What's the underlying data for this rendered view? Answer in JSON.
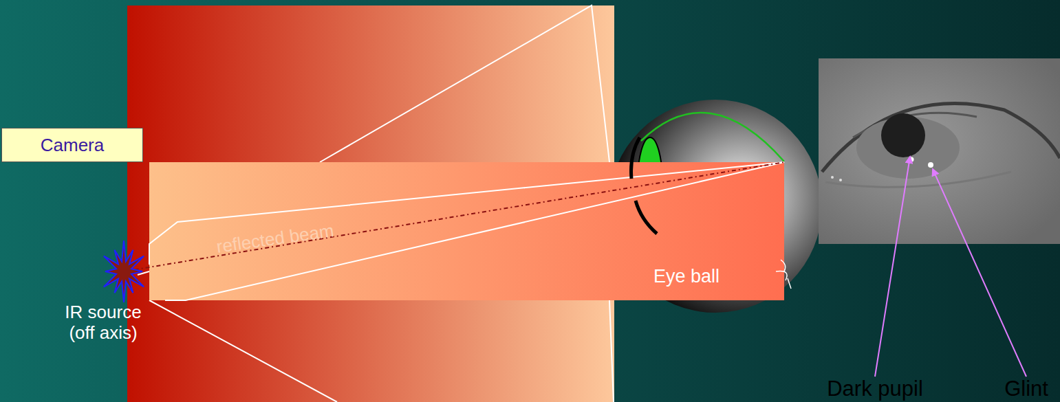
{
  "diagram": {
    "nodes": [
      {
        "text": [
          "Camera"
        ]
      }
    ],
    "labels": [
      "reflected beam",
      "Eye ball",
      "IR source (off axis)",
      "Dark pupil",
      "Glint"
    ]
  }
}
